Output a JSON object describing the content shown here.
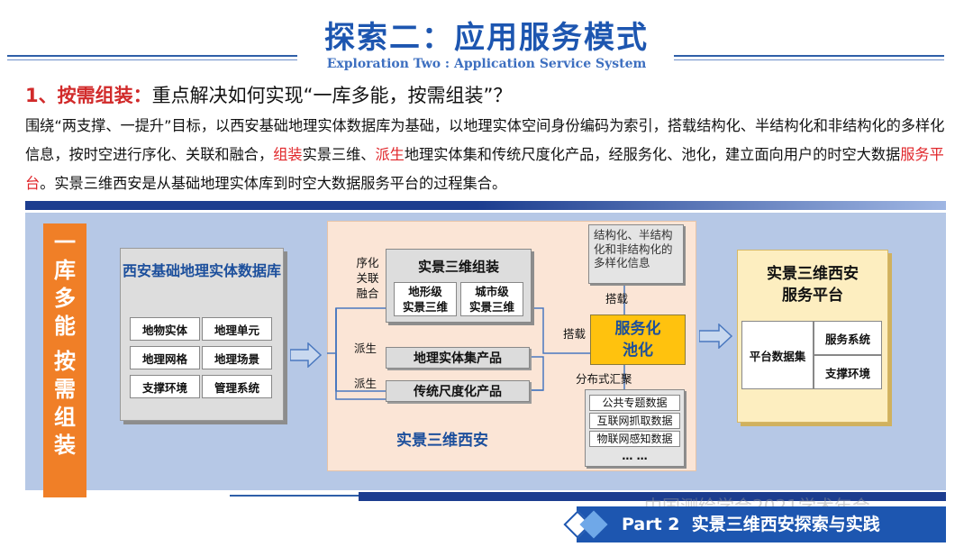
{
  "header": {
    "title": "探索二：应用服务模式",
    "subtitle": "Exploration Two : Application Service System"
  },
  "heading": {
    "label": "1、按需组装：",
    "text": "重点解决如何实现“一库多能，按需组装”？"
  },
  "paragraph": {
    "p1": "围绕“两支撑、一提升”目标，以西安基础地理实体数据库为基础，以地理实体空间身份编码为索引，搭载结构化、半结构化和非结构化的多样化信息，按时空进行序化、关联和融合，",
    "h1": "组装",
    "p2": "实景三维、",
    "h2": "派生",
    "p3": "地理实体集和传统尺度化产品，经服务化、池化，建立面向用户的时空大数据",
    "h3": "服务平台",
    "p4": "。实景三维西安是从基础地理实体库到时空大数据服务平台的过程集合。"
  },
  "slogan": [
    "一",
    "库",
    "多",
    "能",
    "按",
    "需",
    "组",
    "装"
  ],
  "database": {
    "title": "西安基础地理实体数据库",
    "items": [
      "地物实体",
      "地理单元",
      "地理网格",
      "地理场景",
      "支撑环境",
      "管理系统"
    ]
  },
  "middle": {
    "process_label": "序化\n关联\n融合",
    "group_title": "实景三维组装",
    "group_items": [
      "地形级\n实景三维",
      "城市级\n实景三维"
    ],
    "derive_label_1": "派生",
    "derive_label_2": "派生",
    "product_1": "地理实体集产品",
    "product_2": "传统尺度化产品",
    "bottom_title": "实景三维西安",
    "info_box": "结构化、半结构化和非结构化的多样化信息",
    "mount_label_1": "搭载",
    "mount_label_2": "搭载",
    "service": "服务化\n池化",
    "distribute_label": "分布式汇聚",
    "sources": [
      "公共专题数据",
      "互联网抓取数据",
      "物联网感知数据",
      "… …"
    ]
  },
  "platform": {
    "title": "实景三维西安\n服务平台",
    "left_item": "平台数据集",
    "right_items": [
      "服务系统",
      "支撑环境"
    ]
  },
  "footer": {
    "watermark": "中国测绘学会2021学术年会",
    "part": "Part 2  实景三维西安探索与实践"
  }
}
